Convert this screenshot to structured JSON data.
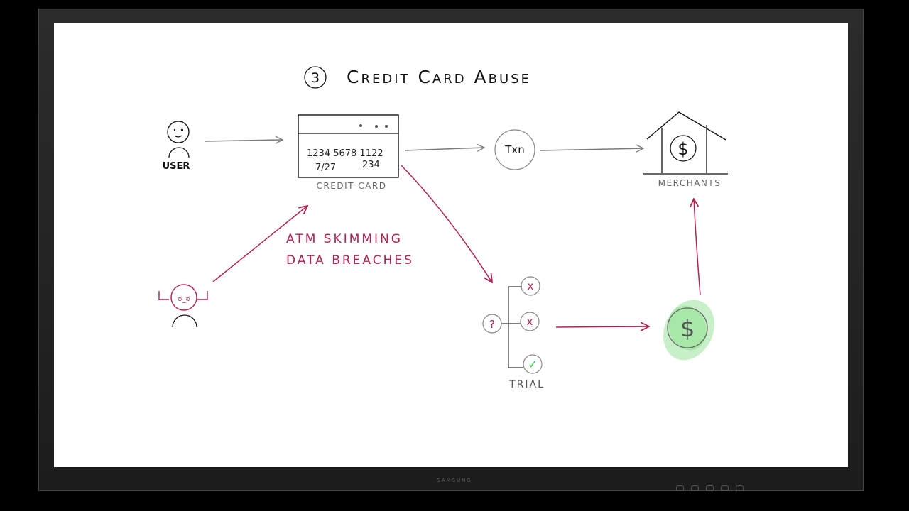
{
  "title": {
    "number": "3",
    "text": "Credit Card Abuse"
  },
  "user": {
    "label": "USER"
  },
  "card": {
    "number_line": "1234 5678 1122",
    "expiry": "7/27",
    "cvv": "234",
    "label": "CREDIT CARD"
  },
  "txn": {
    "label": "Txn"
  },
  "merchants": {
    "label": "MERCHANTS",
    "symbol": "$"
  },
  "attacker": {
    "face": "ಠ_ಠ"
  },
  "attack_notes": [
    "ATM SKIMMING",
    "DATA BREACHES"
  ],
  "trial": {
    "label": "TRIAL",
    "question": "?",
    "fail_mark": "x",
    "success_mark": "✓"
  },
  "money": {
    "symbol": "$"
  },
  "monitor": {
    "brand": "SAMSUNG"
  },
  "colors": {
    "ink": "#111111",
    "gray": "#7a7a7a",
    "red": "#b0234f",
    "green": "#2ecc40",
    "green_fill": "#9be49b"
  }
}
